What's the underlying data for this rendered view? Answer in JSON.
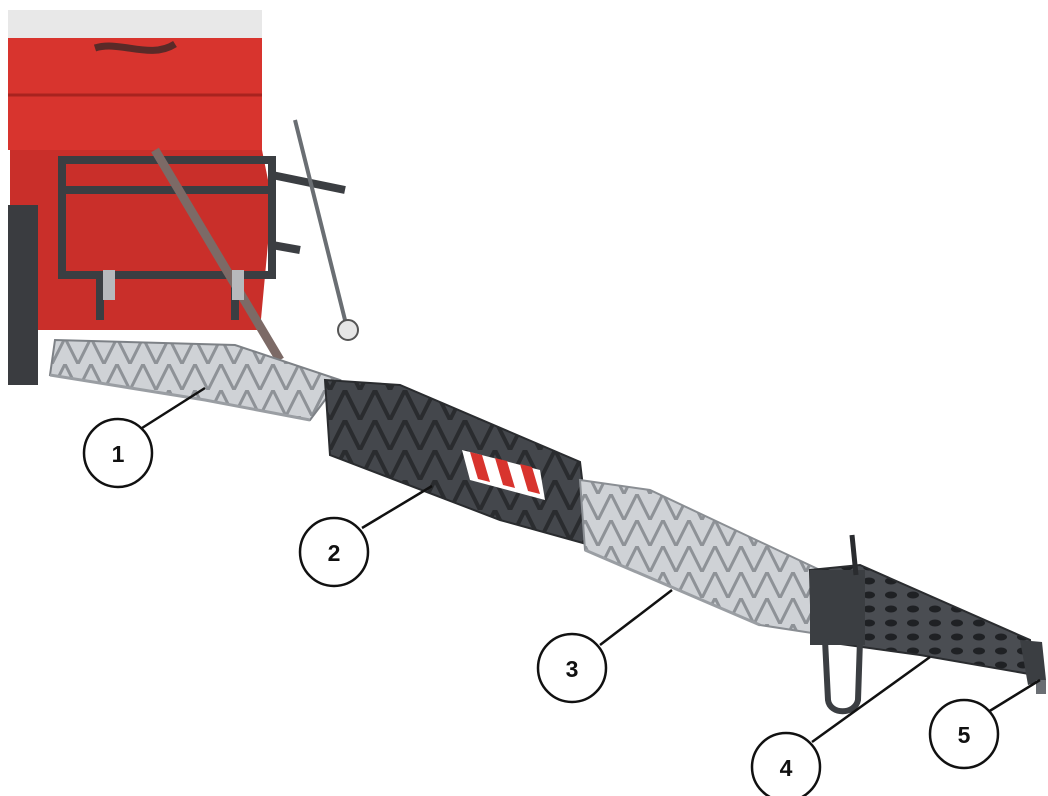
{
  "colors": {
    "machine_red": "#d8342e",
    "machine_red_dark": "#a8231f",
    "hopper_grey": "#e6e6e6",
    "frame_dark": "#3b3e42",
    "boom_dark": "#4a4d52",
    "boom_silver": "#d4d6d9",
    "warning_red": "#d8342e",
    "callout_stroke": "#111111"
  },
  "callouts": [
    {
      "label": "1"
    },
    {
      "label": "2"
    },
    {
      "label": "3"
    },
    {
      "label": "4"
    },
    {
      "label": "5"
    }
  ]
}
